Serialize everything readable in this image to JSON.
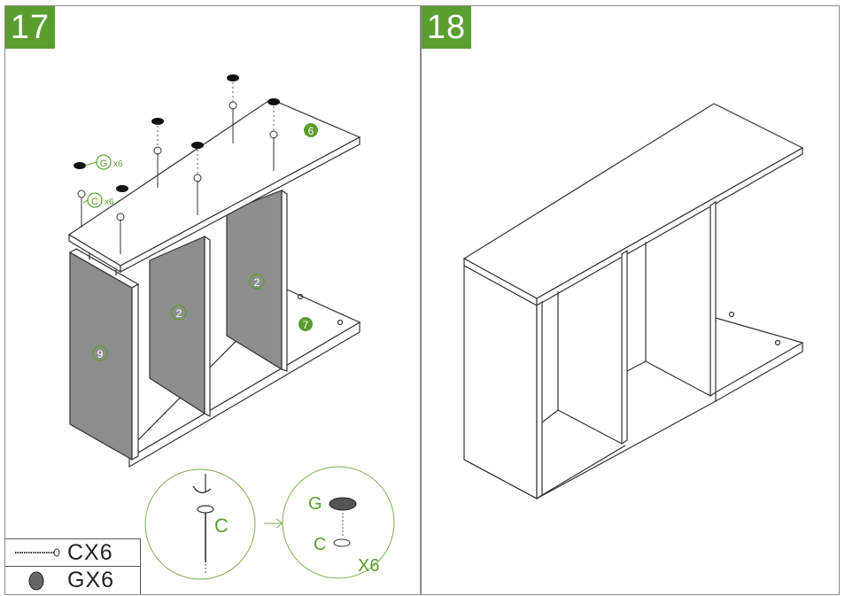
{
  "steps": [
    {
      "number": "17"
    },
    {
      "number": "18"
    }
  ],
  "step17": {
    "panel_labels": {
      "top": "6",
      "bottom": "7",
      "side": "9",
      "divider_left": "2",
      "divider_right": "2"
    },
    "callouts": {
      "cap": "G",
      "cap_qty": "x6",
      "screw": "C",
      "screw_qty": "x6"
    },
    "detail": {
      "screw_label": "C",
      "cap_label": "G",
      "screw_small_label": "C",
      "quantity": "X6"
    },
    "parts": [
      {
        "icon": "screw-icon",
        "label": "CX6"
      },
      {
        "icon": "cap-icon",
        "label": "GX6"
      }
    ]
  },
  "colors": {
    "accent": "#5a9e2f",
    "panel_gray": "#8e8e8e",
    "line": "#333333"
  }
}
